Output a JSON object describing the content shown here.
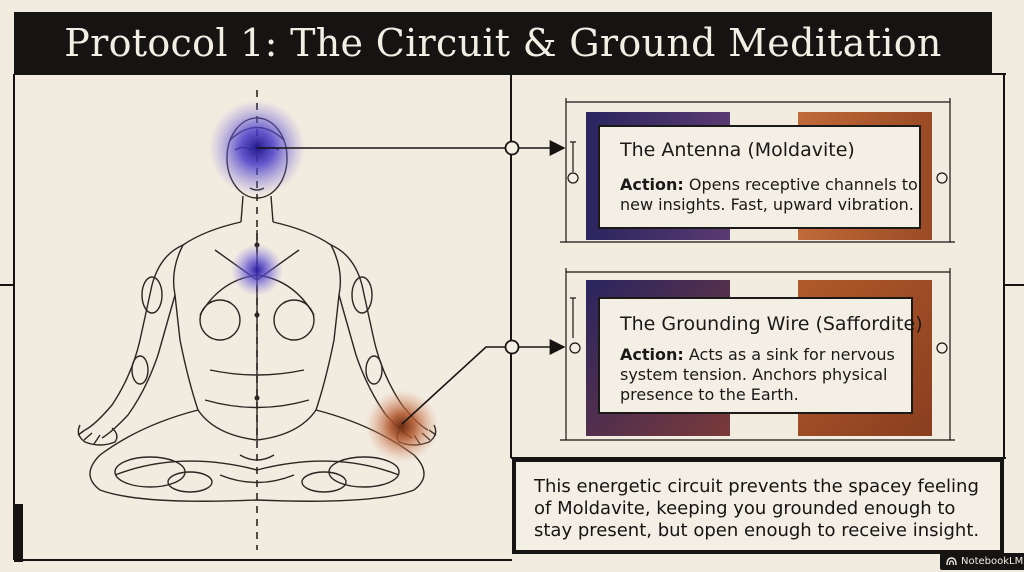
{
  "title": "Protocol 1: The Circuit & Ground Meditation",
  "cards": [
    {
      "title": "The Antenna (Moldavite)",
      "action_label": "Action:",
      "action_text": "Opens receptive channels to new insights. Fast, upward vibration.",
      "accent_left": "#2a2560",
      "accent_right": "#b0532a"
    },
    {
      "title": "The Grounding Wire (Saffordite)",
      "action_label": "Action:",
      "action_text": "Acts as a sink for nervous system tension. Anchors physical presence to the Earth.",
      "accent_left": "#2a2560",
      "accent_right": "#b0532a"
    }
  ],
  "summary": "This energetic circuit prevents the spacey feeling of Moldavite, keeping you grounded enough to stay present, but open enough to receive insight.",
  "badge": "NotebookLM",
  "colors": {
    "background": "#f1ebe0",
    "ink": "#161412",
    "moldavite_glow": "#4a3cc8",
    "saffordite_glow": "#b0542a"
  },
  "icons": [
    "meditating-figure",
    "third-eye-glow",
    "heart-glow",
    "hand-glow",
    "connector-arrow",
    "notebooklm-icon"
  ]
}
